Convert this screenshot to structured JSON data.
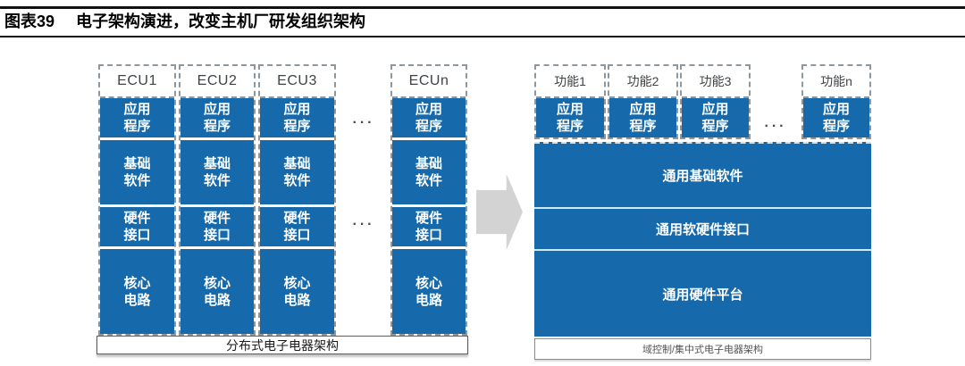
{
  "header": {
    "figure_label": "图表39",
    "title": "电子架构演进，改变主机厂研发组织架构"
  },
  "left": {
    "columns": [
      {
        "name": "ECU1",
        "app": "应用\n程序",
        "base": "基础\n软件",
        "hw": "硬件\n接口",
        "core": "核心\n电路"
      },
      {
        "name": "ECU2",
        "app": "应用\n程序",
        "base": "基础\n软件",
        "hw": "硬件\n接口",
        "core": "核心\n电路"
      },
      {
        "name": "ECU3",
        "app": "应用\n程序",
        "base": "基础\n软件",
        "hw": "硬件\n接口",
        "core": "核心\n电路"
      },
      {
        "name": "ECUn",
        "app": "应用\n程序",
        "base": "基础\n软件",
        "hw": "硬件\n接口",
        "core": "核心\n电路"
      }
    ],
    "ellipsis_top": "···",
    "ellipsis_bottom": "···",
    "caption": "分布式电子电器架构"
  },
  "right": {
    "columns": [
      {
        "name": "功能1",
        "app": "应用\n程序"
      },
      {
        "name": "功能2",
        "app": "应用\n程序"
      },
      {
        "name": "功能3",
        "app": "应用\n程序"
      },
      {
        "name": "功能n",
        "app": "应用\n程序"
      }
    ],
    "ellipsis": "···",
    "layers": [
      "通用基础软件",
      "通用软硬件接口",
      "通用硬件平台"
    ],
    "caption": "域控制/集中式电子电器架构"
  },
  "colors": {
    "block_blue": "#1669aa",
    "arrow_gray": "#d3d3d3"
  }
}
